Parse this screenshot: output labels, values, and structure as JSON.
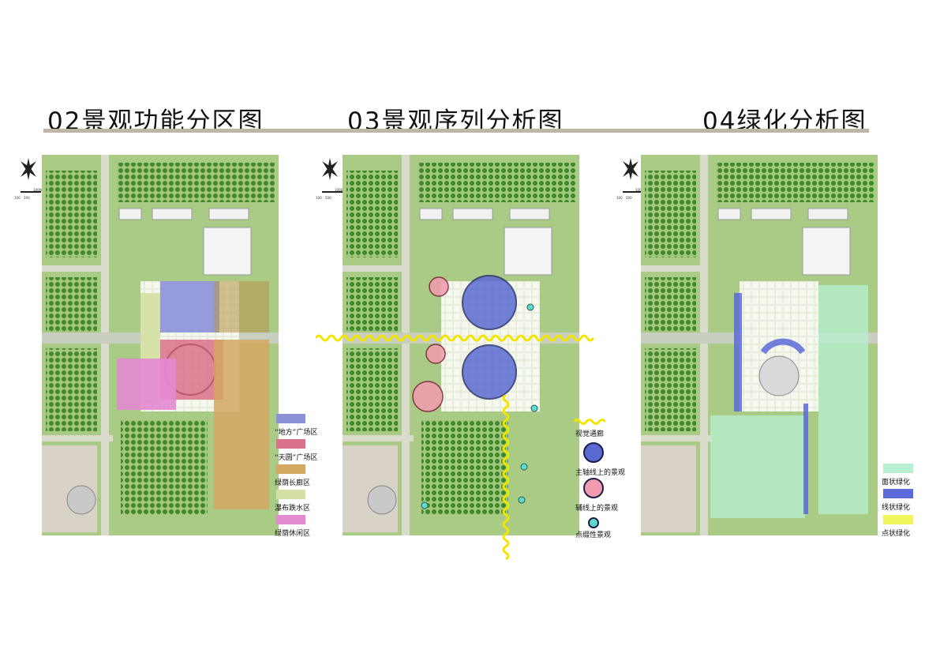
{
  "titles": [
    {
      "text": "02景观功能分区图"
    },
    {
      "text": "03景观序列分析图"
    },
    {
      "text": "04绿化分析图"
    }
  ],
  "scale": {
    "marks": [
      "100",
      "500",
      "1000(米)"
    ]
  },
  "legend02": [
    {
      "label": "“地方”广场区",
      "color": "#8c91d8"
    },
    {
      "label": "“天圆”广场区",
      "color": "#d9718a"
    },
    {
      "label": "绿荫长廊区",
      "color": "#d4a862"
    },
    {
      "label": "瀑布跌水区",
      "color": "#d5e0a4"
    },
    {
      "label": "绿荫休闲区",
      "color": "#e38ad2"
    }
  ],
  "legend03": [
    {
      "label": "视觉通廊",
      "color": "#f2e600"
    },
    {
      "label": "主轴线上的景观",
      "color": "#5a6ad0"
    },
    {
      "label": "辅线上的景观",
      "color": "#f29ab0"
    },
    {
      "label": "点缀性景观",
      "color": "#5fd9cc"
    }
  ],
  "legend04": [
    {
      "label": "面状绿化",
      "color": "#b7f0cf"
    },
    {
      "label": "线状绿化",
      "color": "#5a6ad8"
    },
    {
      "label": "点状绿化",
      "color": "#f1f55c"
    }
  ]
}
